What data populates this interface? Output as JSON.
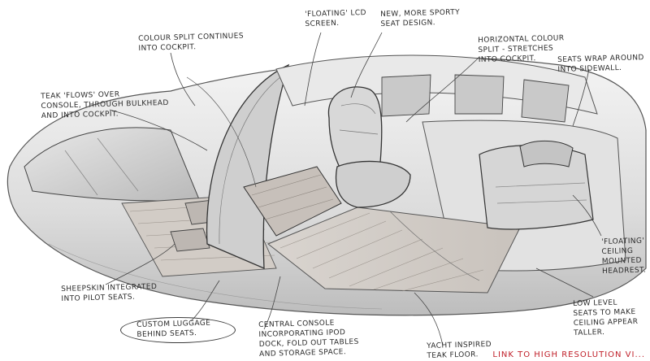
{
  "annotations": {
    "floating_lcd": "'FLOATING' LCD\nSCREEN.",
    "new_seat": "NEW, MORE SPORTY\nSEAT DESIGN.",
    "colour_split_cockpit": "COLOUR SPLIT CONTINUES\nINTO COCKPIT.",
    "horizontal_colour_split": "HORIZONTAL COLOUR\nSPLIT - STRETCHES\nINTO COCKPIT.",
    "seats_wrap": "SEATS WRAP AROUND\nINTO SIDEWALL.",
    "teak_flows": "TEAK 'FLOWS' OVER\nCONSOLE, THROUGH BULKHEAD\nAND INTO COCKPIT.",
    "floating_headrest": "'FLOATING'\nCEILING\nMOUNTED\nHEADREST.",
    "sheepskin": "SHEEPSKIN INTEGRATED\nINTO PILOT SEATS.",
    "low_level_seats": "LOW LEVEL\nSEATS TO MAKE\nCEILING APPEAR\nTALLER.",
    "custom_luggage": "CUSTOM LUGGAGE\nBEHIND SEATS.",
    "central_console": "CENTRAL CONSOLE\nINCORPORATING IPOD\nDOCK, FOLD OUT TABLES\nAND STORAGE SPACE.",
    "yacht_floor": "YACHT INSPIRED\nTEAK FLOOR.",
    "watermark": "LINK TO HIGH RESOLUTION VI..."
  }
}
